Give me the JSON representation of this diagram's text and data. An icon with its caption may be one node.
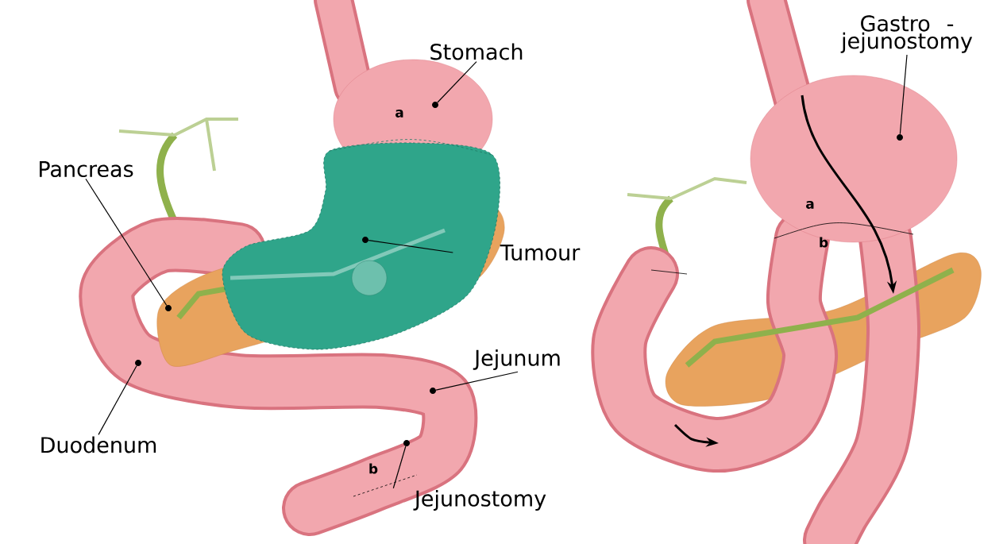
{
  "diagram": {
    "nodes": [
      {
        "text": [
          "Stomach"
        ]
      },
      {
        "text": [],
        "shape": "circle"
      },
      {
        "text": [
          "Pancreas"
        ]
      },
      {
        "text": [],
        "shape": "circle"
      },
      {
        "text": [
          "Tumour"
        ]
      },
      {
        "text": [],
        "shape": "circle"
      },
      {
        "text": [
          "Jejunum"
        ]
      },
      {
        "text": [],
        "shape": "circle"
      },
      {
        "text": [
          "Duodenum"
        ]
      },
      {
        "text": [],
        "shape": "circle"
      },
      {
        "text": [
          "Jejunostomy"
        ]
      },
      {
        "text": [],
        "shape": "circle"
      },
      {
        "text": [
          "Gastro - jejunostomy"
        ]
      },
      {
        "text": [],
        "shape": "circle"
      }
    ],
    "edges": [
      {
        "from": 0,
        "to": 1,
        "arrow": "none"
      },
      {
        "from": 2,
        "to": 3,
        "arrow": "none"
      },
      {
        "from": 4,
        "to": 5,
        "arrow": "none"
      },
      {
        "from": 6,
        "to": 7,
        "arrow": "none"
      },
      {
        "from": 8,
        "to": 9,
        "arrow": "none"
      },
      {
        "from": 10,
        "to": 11,
        "arrow": "none"
      },
      {
        "from": 12,
        "to": 13,
        "arrow": "none"
      }
    ],
    "labels": [
      "a",
      "a",
      "b",
      "b"
    ]
  }
}
